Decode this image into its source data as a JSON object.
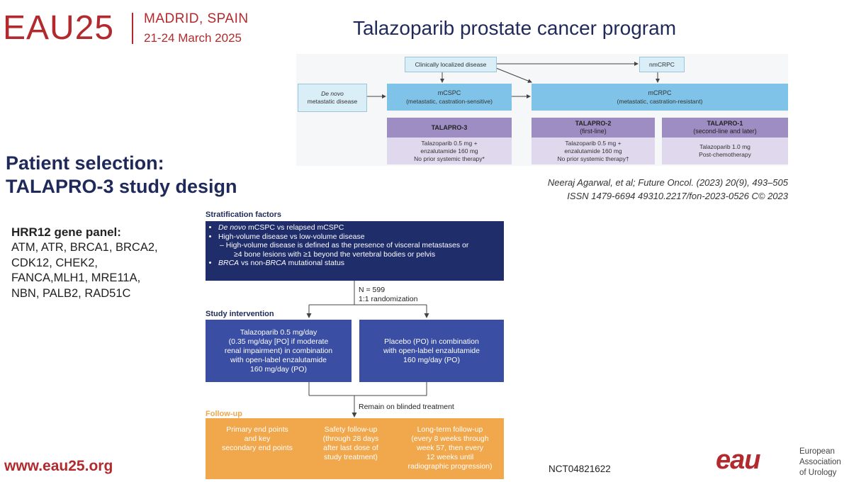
{
  "header": {
    "logo_text": "EAU25",
    "city": "MADRID, SPAIN",
    "dates": "21-24 March 2025"
  },
  "slide_title": "Talazoparib prostate cancer program",
  "program": {
    "localized": "Clinically localized disease",
    "nmcrpc": "nmCRPC",
    "denovo_italic": "De novo",
    "denovo_rest": "metastatic disease",
    "mcspc": "mCSPC",
    "mcspc_sub": "(metastatic, castration-sensitive)",
    "mcrpc": "mCRPC",
    "mcrpc_sub": "(metastatic, castration-resistant)",
    "talapro3": "TALAPRO-3",
    "talapro2": "TALAPRO-2",
    "talapro2_sub": "(first-line)",
    "talapro1": "TALAPRO-1",
    "talapro1_sub": "(second-line and later)",
    "t3_l1": "Talazoparib 0.5 mg +",
    "t3_l2": "enzalutamide 160 mg",
    "t3_l3": "No prior systemic therapy*",
    "t2_l1": "Talazoparib 0.5 mg +",
    "t2_l2": "enzalutamide 160 mg",
    "t2_l3": "No prior systemic therapy†",
    "t1_l1": "Talazoparib 1.0 mg",
    "t1_l2": "Post-chemotherapy"
  },
  "citation": {
    "line1": "Neeraj Agarwal, et al; Future Oncol. (2023) 20(9), 493–505",
    "line2": "ISSN 1479-6694 49310.2217/fon-2023-0526 C© 2023"
  },
  "patient_selection": {
    "line1": "Patient selection:",
    "line2": "TALAPRO-3 study design"
  },
  "hrr": {
    "title": "HRR12 gene panel:",
    "lines": [
      "ATM, ATR, BRCA1, BRCA2,",
      "CDK12, CHEK2,",
      "FANCA,MLH1, MRE11A,",
      "NBN, PALB2, RAD51C"
    ]
  },
  "study": {
    "strat_label": "Stratification factors",
    "strat_1_italic": "De novo",
    "strat_1_rest": " mCSPC vs relapsed mCSPC",
    "strat_2": "High-volume disease vs low-volume disease",
    "strat_3a": "– High-volume disease is defined as the presence of visceral metastases or",
    "strat_3b": "≥4 bone lesions with ≥1 beyond the vertebral bodies or pelvis",
    "strat_4_italic_a": "BRCA",
    "strat_4_mid": " vs non-",
    "strat_4_italic_b": "BRCA",
    "strat_4_rest": " mutational status",
    "n": "N = 599",
    "randomization": "1:1 randomization",
    "intervention_label": "Study intervention",
    "arm1": [
      "Talazoparib 0.5 mg/day",
      "(0.35 mg/day [PO] if moderate",
      "renal impairment) in combination",
      "with open-label enzalutamide",
      "160 mg/day (PO)"
    ],
    "arm2": [
      "Placebo (PO) in combination",
      "with open-label enzalutamide",
      "160 mg/day (PO)"
    ],
    "remain": "Remain on blinded treatment",
    "followup_label": "Follow-up",
    "fu1": [
      "Primary end points",
      "and key",
      "secondary end points"
    ],
    "fu2": [
      "Safety follow-up",
      "(through 28 days",
      "after last dose of",
      "study treatment)"
    ],
    "fu3": [
      "Long-term follow-up",
      "(every 8 weeks through",
      "week 57, then every",
      "12 weeks until",
      "radiographic progression)"
    ]
  },
  "footer": {
    "website": "www.eau25.org",
    "nct": "NCT04821622",
    "eau_logo": "eau",
    "assoc_lines": [
      "European",
      "Association",
      "of Urology"
    ]
  },
  "colors": {
    "brand_red": "#b22a2e",
    "navy": "#1f2d6b",
    "arm_blue": "#3a4ea3",
    "orange": "#f1a74b"
  }
}
